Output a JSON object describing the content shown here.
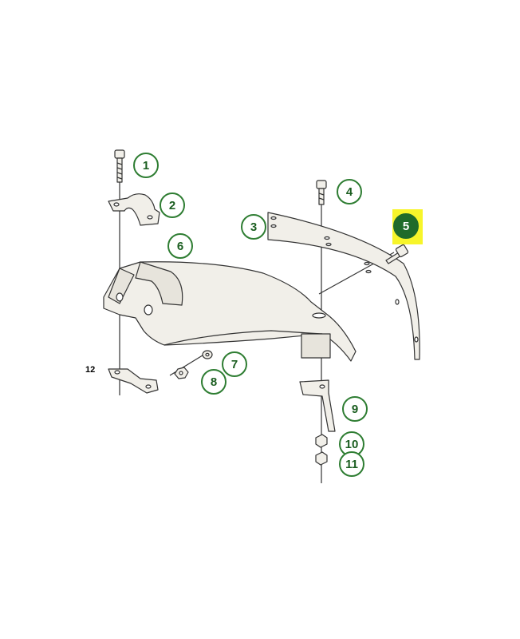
{
  "callouts": [
    {
      "n": "1",
      "active": false
    },
    {
      "n": "2",
      "active": false
    },
    {
      "n": "3",
      "active": false
    },
    {
      "n": "4",
      "active": false
    },
    {
      "n": "5",
      "active": true
    },
    {
      "n": "6",
      "active": false
    },
    {
      "n": "7",
      "active": false
    },
    {
      "n": "8",
      "active": false
    },
    {
      "n": "9",
      "active": false
    },
    {
      "n": "10",
      "active": false
    },
    {
      "n": "11",
      "active": false
    }
  ],
  "plain_label": "12",
  "colors": {
    "callout_ring": "#2e7d32",
    "active_fill": "#1f6b2a",
    "highlight": "#f7f52a",
    "part_fill": "#f1efe9",
    "line": "#333333"
  }
}
